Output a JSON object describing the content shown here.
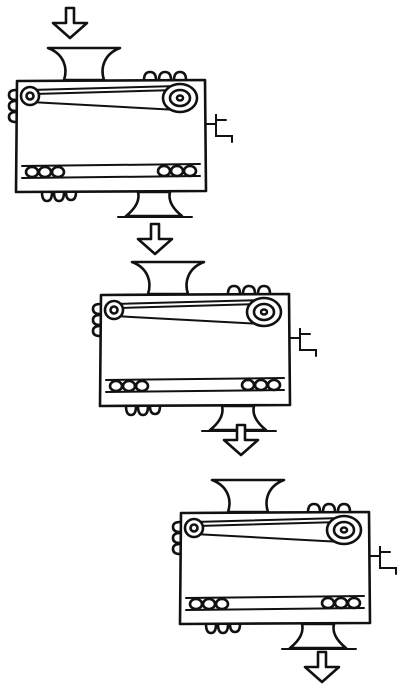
{
  "illustration": {
    "subject": "three-machines",
    "machine_count": 3,
    "arrow_count": 4,
    "colors": {
      "ink": "#111111",
      "paper": "#ffffff"
    }
  }
}
